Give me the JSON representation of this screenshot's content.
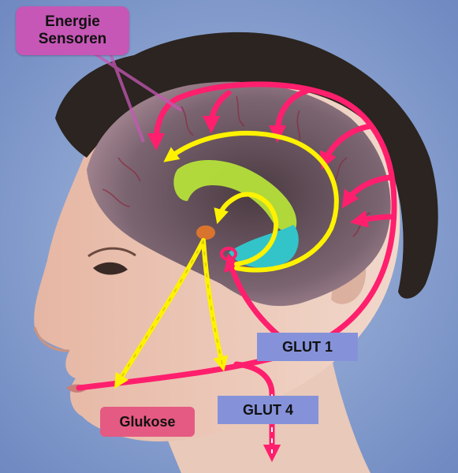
{
  "labels": {
    "energie_sensoren": "Energie\nSensoren",
    "glut1": "GLUT 1",
    "glut4": "GLUT 4",
    "glukose": "Glukose"
  },
  "colors": {
    "background": "#8aa3cf",
    "hair": "#2b2420",
    "skin": "#e7c7b6",
    "brain": "#6e5a64",
    "arrow_pink": "#ff1f6d",
    "arrow_yellow": "#fff200",
    "hippocampus_green": "#b5e03a",
    "structure_cyan": "#33c4c9",
    "nucleus_orange": "#d9742f",
    "sensor_label": "#c657b6",
    "glut_label": "#8592da",
    "glukose_label": "#e45a82"
  }
}
